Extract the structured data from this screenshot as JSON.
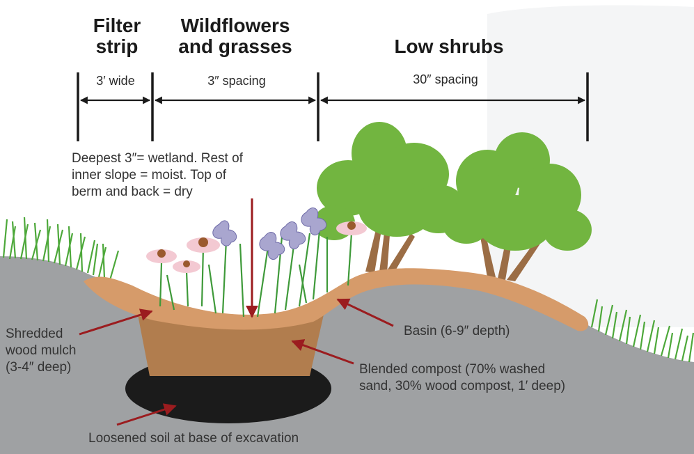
{
  "zones": [
    {
      "title_line1": "Filter",
      "title_line2": "strip",
      "dimension": "3′ wide"
    },
    {
      "title_line1": "Wildflowers",
      "title_line2": "and grasses",
      "dimension": "3″ spacing"
    },
    {
      "title_line1": "Low shrubs",
      "title_line2": "",
      "dimension": "30″ spacing"
    }
  ],
  "notes": {
    "moisture_line1": "Deepest 3″= wetland. Rest of",
    "moisture_line2": "inner slope = moist. Top of",
    "moisture_line3": "berm and back = dry"
  },
  "callouts": {
    "mulch_line1": "Shredded",
    "mulch_line2": "wood mulch",
    "mulch_line3": "(3-4″ deep)",
    "basin": "Basin (6-9″ depth)",
    "compost_line1": "Blended compost (70% washed",
    "compost_line2": "sand, 30% wood compost, 1′ deep)",
    "soil": "Loosened soil at base of excavation"
  },
  "colors": {
    "ground": "#9fa1a3",
    "mulch": "#d69b6a",
    "compost": "#b17d4e",
    "soil": "#1b1b1b",
    "arrow": "#9b1c1f",
    "foliage": "#72b540",
    "trunk": "#9b6d45",
    "grass": "#4da83a"
  }
}
